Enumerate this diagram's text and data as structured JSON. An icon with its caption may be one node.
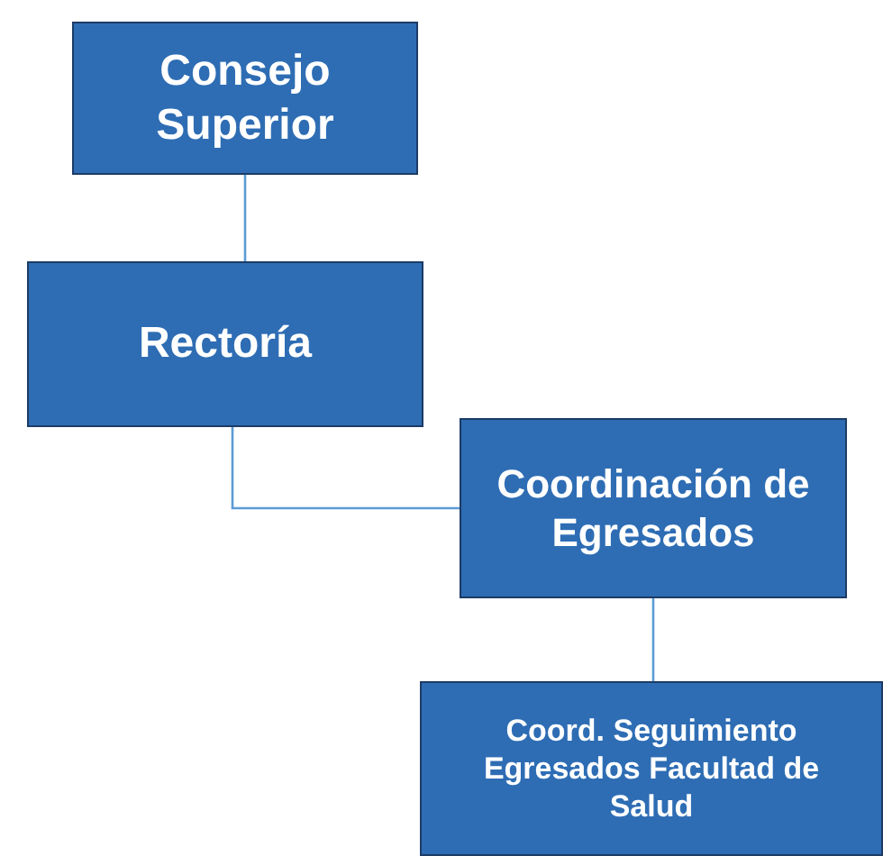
{
  "diagram": {
    "nodes": [
      {
        "text": [
          "Consejo Superior"
        ]
      },
      {
        "text": [
          "Rectoría"
        ]
      },
      {
        "text": [
          "Coordinación de Egresados"
        ]
      },
      {
        "text": [
          "Coord. Seguimiento Egresados Facultad de Salud"
        ]
      }
    ],
    "edges": [
      {
        "from": 0,
        "to": 1,
        "arrow": "none"
      },
      {
        "from": 1,
        "to": 2,
        "arrow": "none"
      },
      {
        "from": 2,
        "to": 3,
        "arrow": "none"
      }
    ]
  }
}
